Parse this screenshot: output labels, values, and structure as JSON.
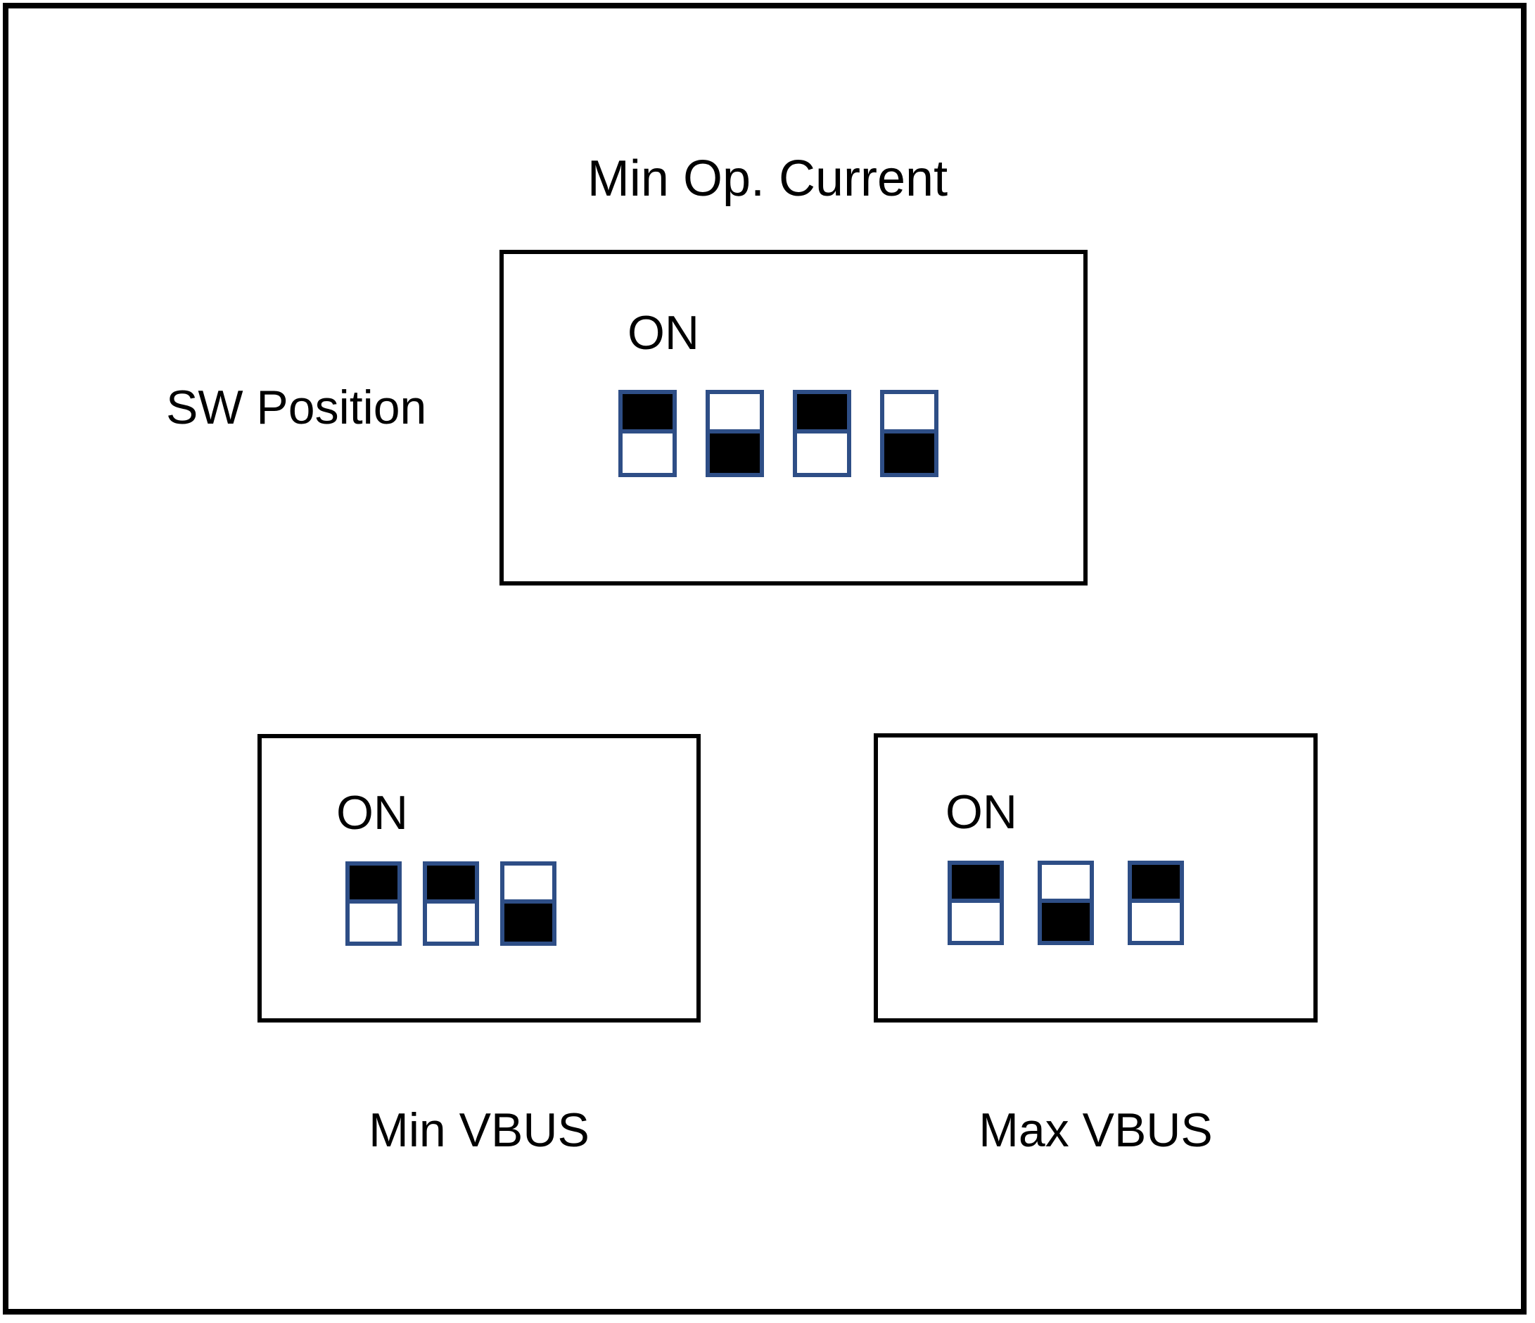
{
  "figure": {
    "title": "Min Op. Current",
    "row_label": "SW Position",
    "on_label": "ON",
    "colors": {
      "frame": "#000000",
      "switch_border": "#2e4e86",
      "toggle_fill": "#000000",
      "background": "#ffffff"
    }
  },
  "switch_banks": [
    {
      "id": "min-op-current",
      "caption_top": "Min Op. Current",
      "caption_bottom": "",
      "on_label": "ON",
      "switch_count": 4,
      "positions": [
        "up",
        "down",
        "up",
        "down"
      ]
    },
    {
      "id": "min-vbus",
      "caption_top": "",
      "caption_bottom": "Min VBUS",
      "on_label": "ON",
      "switch_count": 3,
      "positions": [
        "up",
        "up",
        "down"
      ]
    },
    {
      "id": "max-vbus",
      "caption_top": "",
      "caption_bottom": "Max VBUS",
      "on_label": "ON",
      "switch_count": 3,
      "positions": [
        "up",
        "down",
        "up"
      ]
    }
  ]
}
